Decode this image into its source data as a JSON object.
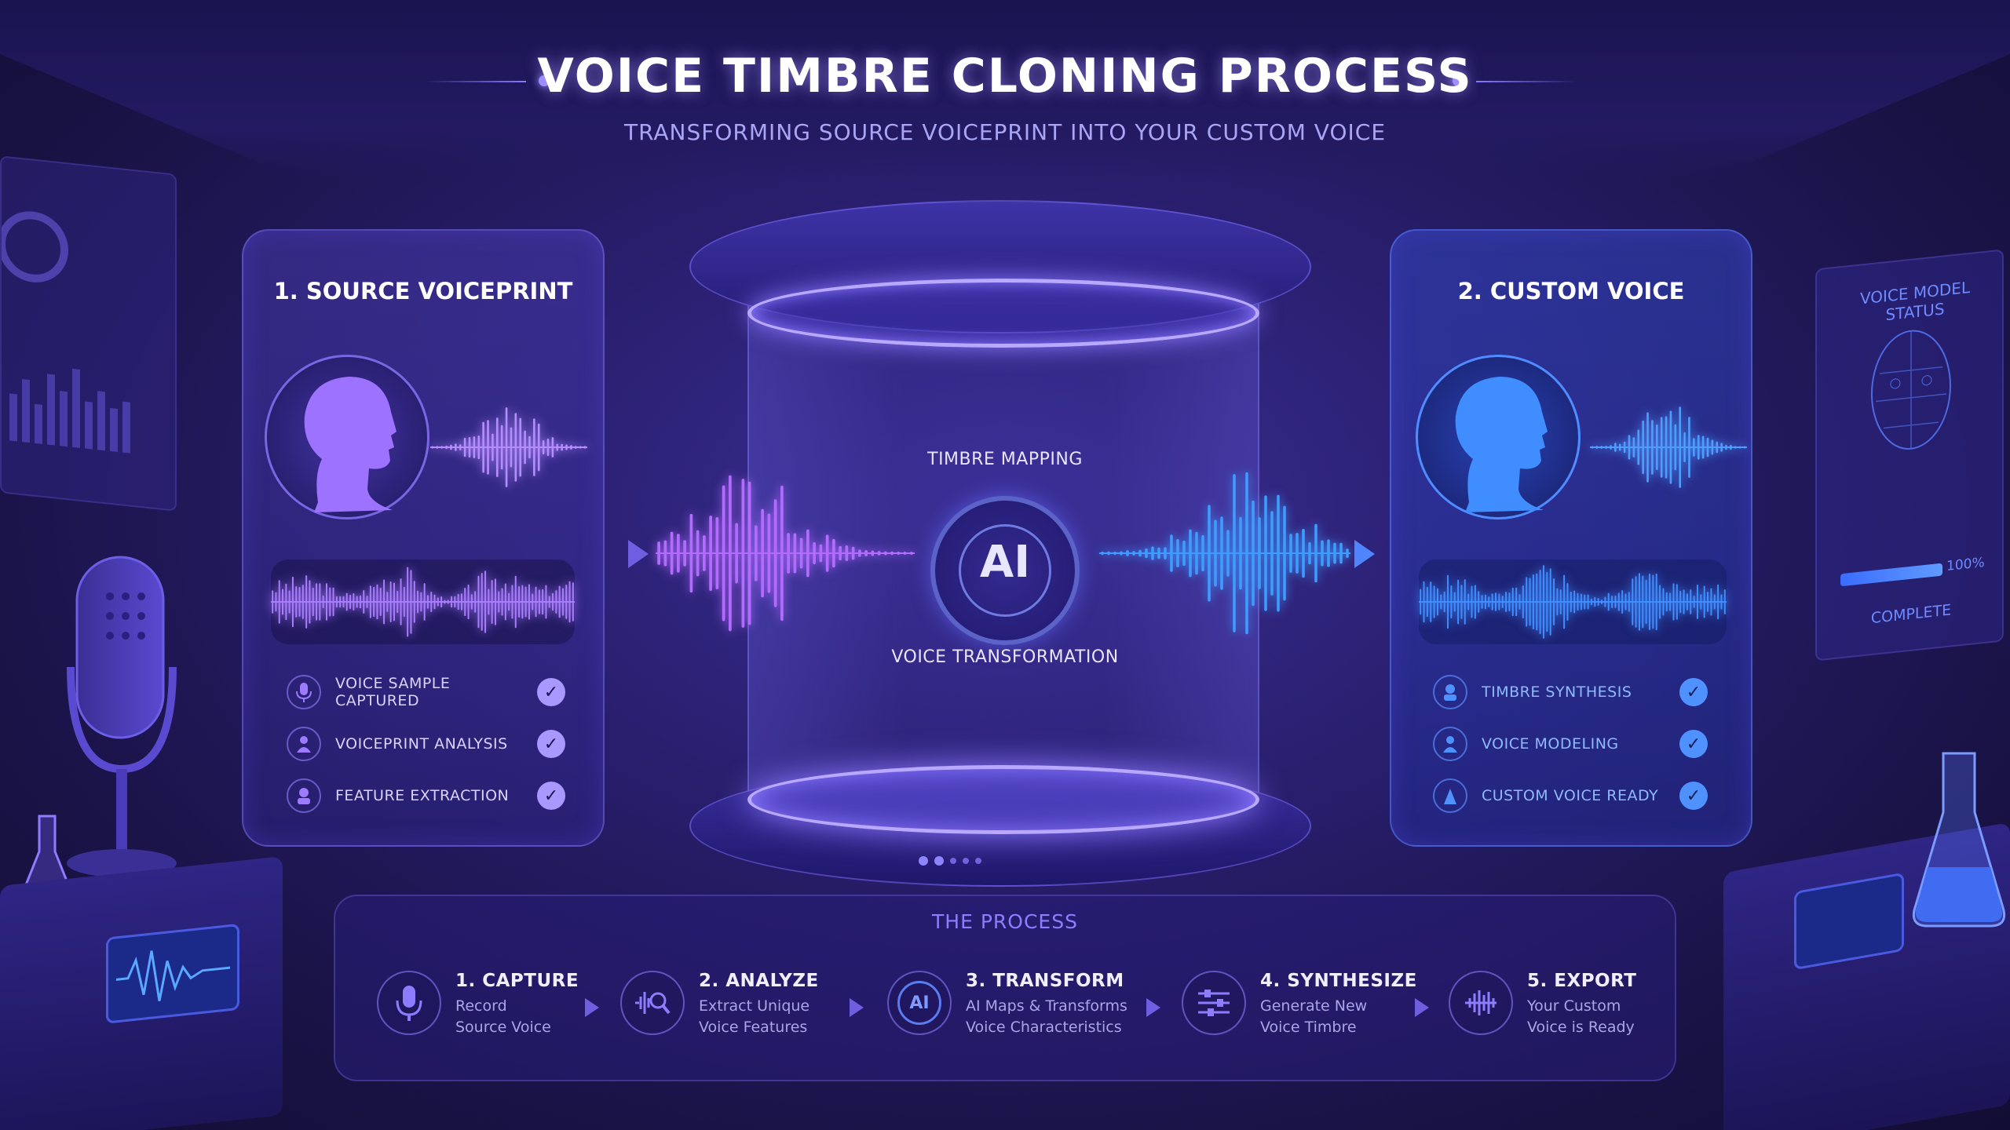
{
  "header": {
    "title": "VOICE TIMBRE CLONING PROCESS",
    "subtitle": "TRANSFORMING SOURCE VOICEPRINT INTO YOUR CUSTOM VOICE"
  },
  "colors": {
    "accent_purple": "#9b6cff",
    "accent_blue": "#3d8cff",
    "background": "#2a1f70",
    "process_title": "#8f7cff"
  },
  "source_panel": {
    "title": "1. SOURCE VOICEPRINT",
    "avatar_icon": "head-silhouette-icon",
    "items": [
      {
        "label": "VOICE SAMPLE CAPTURED",
        "icon": "microphone-icon",
        "checked": true
      },
      {
        "label": "VOICEPRINT ANALYSIS",
        "icon": "analysis-icon",
        "checked": true
      },
      {
        "label": "FEATURE EXTRACTION",
        "icon": "extraction-icon",
        "checked": true
      }
    ]
  },
  "custom_panel": {
    "title": "2. CUSTOM VOICE",
    "avatar_icon": "head-silhouette-icon",
    "items": [
      {
        "label": "TIMBRE SYNTHESIS",
        "icon": "synthesis-icon",
        "checked": true
      },
      {
        "label": "VOICE MODELING",
        "icon": "modeling-icon",
        "checked": true
      },
      {
        "label": "CUSTOM VOICE READY",
        "icon": "ready-icon",
        "checked": true
      }
    ]
  },
  "center": {
    "top_label": "TIMBRE MAPPING",
    "badge": "AI",
    "bottom_label": "VOICE TRANSFORMATION"
  },
  "status_screen": {
    "title": "VOICE MODEL STATUS",
    "progress_text": "100%",
    "progress": 1.0,
    "status": "COMPLETE"
  },
  "process": {
    "title": "THE PROCESS",
    "steps": [
      {
        "title": "1. CAPTURE",
        "line1": "Record",
        "line2": "Source Voice",
        "icon": "microphone-icon"
      },
      {
        "title": "2. ANALYZE",
        "line1": "Extract Unique",
        "line2": "Voice Features",
        "icon": "waveform-search-icon"
      },
      {
        "title": "3. TRANSFORM",
        "line1": "AI Maps & Transforms",
        "line2": "Voice Characteristics",
        "icon": "ai-chip-icon"
      },
      {
        "title": "4. SYNTHESIZE",
        "line1": "Generate New",
        "line2": "Voice Timbre",
        "icon": "sliders-icon"
      },
      {
        "title": "5. EXPORT",
        "line1": "Your Custom",
        "line2": "Voice is Ready",
        "icon": "waveform-icon"
      }
    ]
  }
}
